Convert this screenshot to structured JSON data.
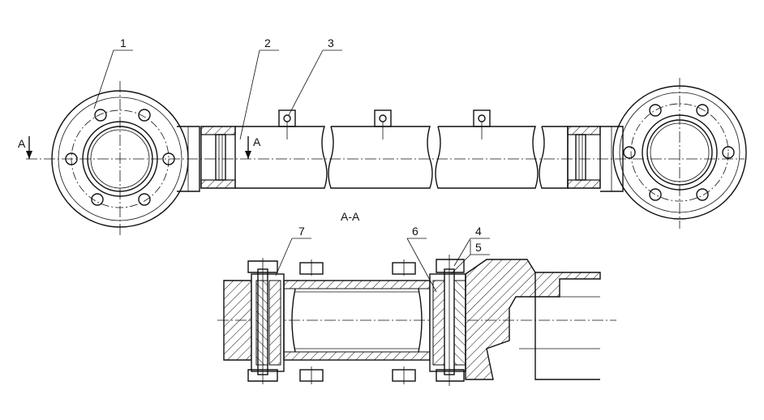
{
  "figure": {
    "part_labels": [
      "1",
      "2",
      "3",
      "4",
      "5",
      "6",
      "7"
    ],
    "section_marker": "A",
    "section_title": "А-А"
  }
}
